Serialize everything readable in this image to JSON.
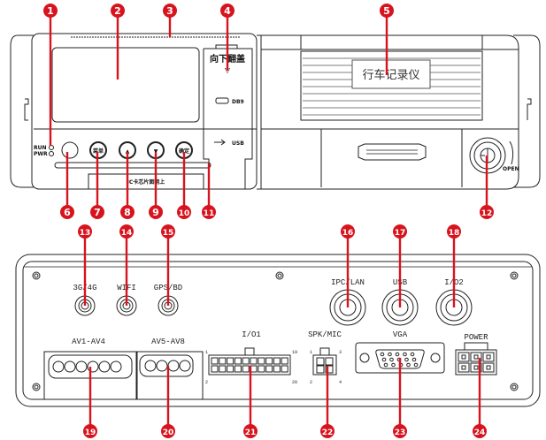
{
  "colors": {
    "callout": "#d7141e",
    "line": "#222222",
    "background": "#ffffff"
  },
  "front_panel": {
    "led_labels": [
      "RUN",
      "PWR"
    ],
    "buttons": [
      {
        "label": ""
      },
      {
        "label": "菜单"
      },
      {
        "label": "▲"
      },
      {
        "label": "▼"
      },
      {
        "label": "确定"
      }
    ],
    "ic_card_text": "IC卡芯片面朝上",
    "flip_cover_text": "向下翻盖",
    "flip_arrow": "▽",
    "db9_label": "DB9",
    "usb_label": "USB",
    "recorder_label": "行车记录仪",
    "lock_label": "OPEN"
  },
  "rear_panel": {
    "antennas": [
      "3G/4G",
      "WIFI",
      "GPS/BD"
    ],
    "aviation_ports": [
      "IPC/LAN",
      "USB",
      "I/O2"
    ],
    "av_groups": [
      {
        "label": "AV1-AV4",
        "holes": 6
      },
      {
        "label": "AV5-AV8",
        "holes": 4
      }
    ],
    "io1": {
      "label": "I/O1",
      "pins": [
        "1",
        "19",
        "2",
        "20"
      ]
    },
    "spk_mic": {
      "label": "SPK/MIC",
      "pins": [
        "1",
        "3",
        "2",
        "4"
      ]
    },
    "vga_label": "VGA",
    "power_label": "POWER"
  },
  "callouts": [
    "1",
    "2",
    "3",
    "4",
    "5",
    "6",
    "7",
    "8",
    "9",
    "10",
    "11",
    "12",
    "13",
    "14",
    "15",
    "16",
    "17",
    "18",
    "19",
    "20",
    "21",
    "22",
    "23",
    "24"
  ]
}
